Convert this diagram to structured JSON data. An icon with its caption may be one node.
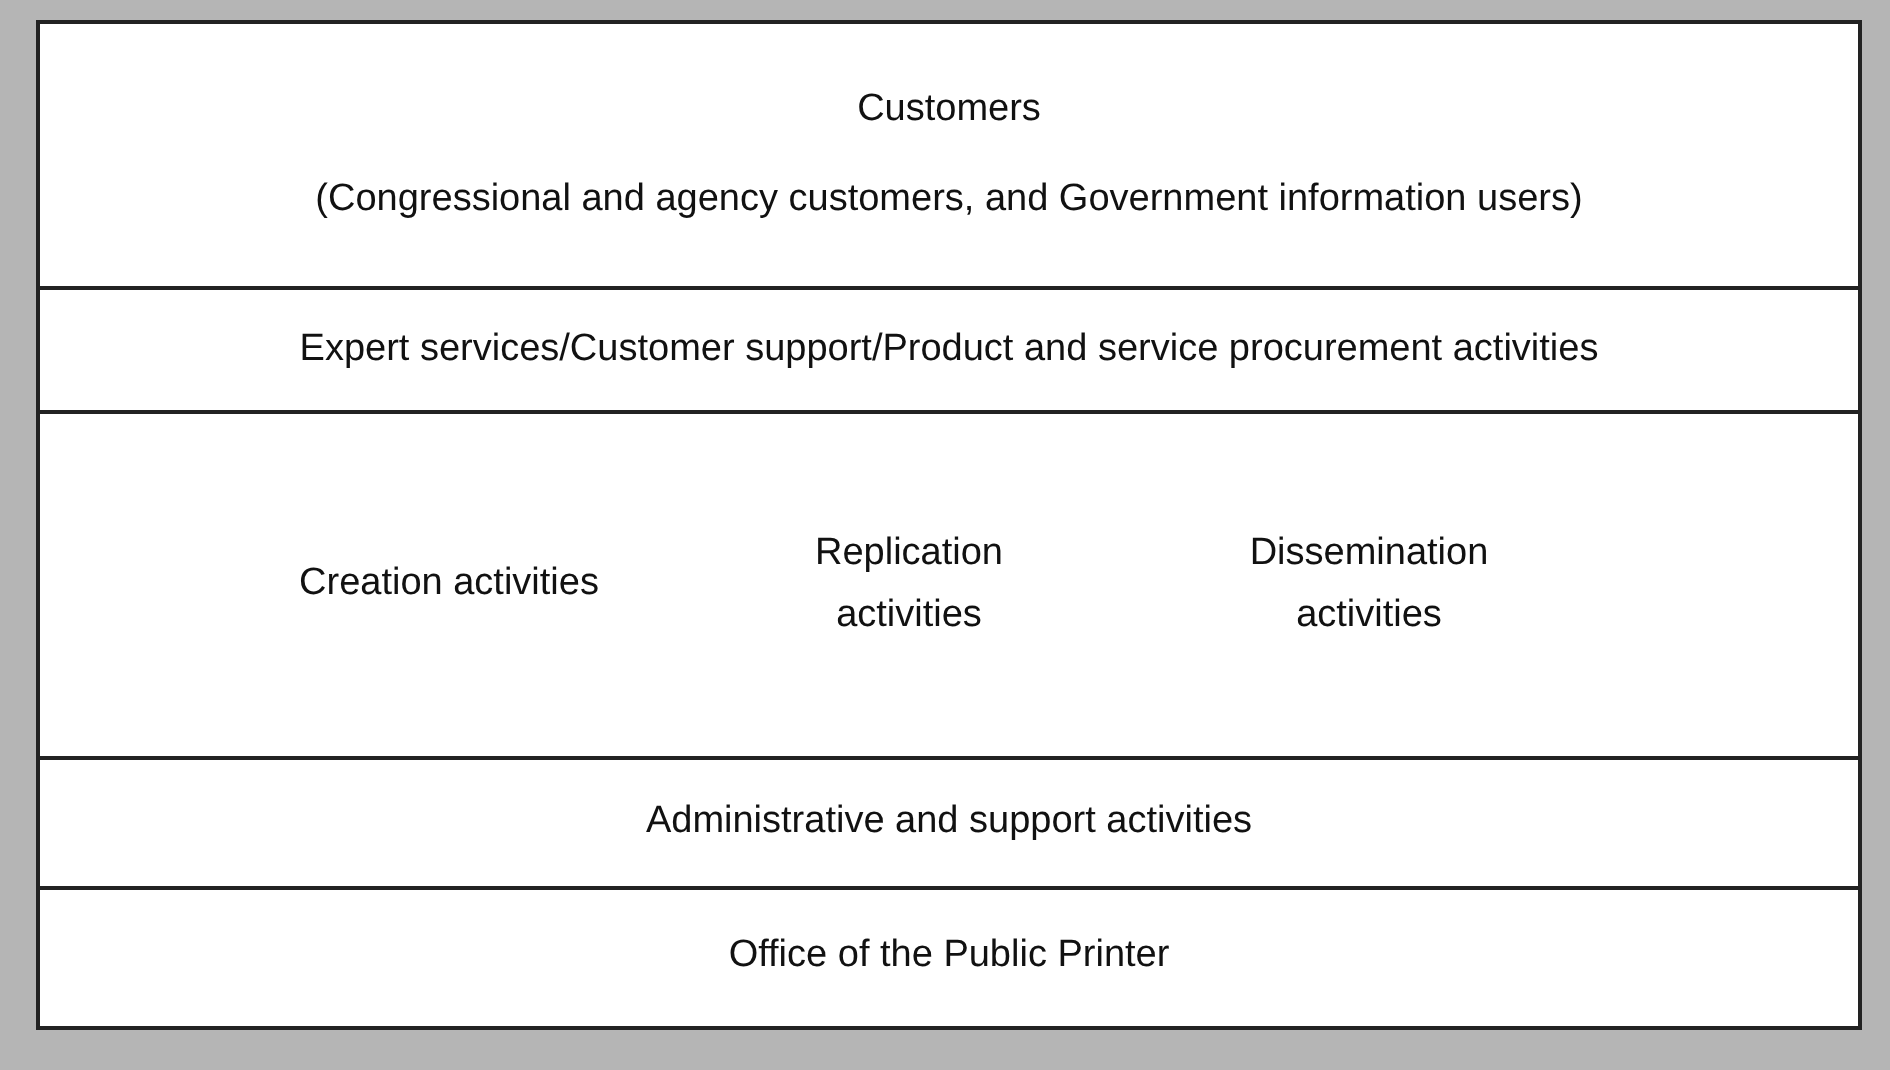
{
  "diagram": {
    "nodes": [
      {
        "text": [
          "Customers",
          "(Congressional and agency customers, and Government information users)"
        ]
      },
      {
        "text": [
          "Expert services/Customer support/Product and service procurement activities"
        ]
      },
      {
        "text": [
          "Creation activities",
          "Replication activities",
          "Dissemination activities"
        ]
      },
      {
        "text": [
          "Administrative and support activities"
        ]
      },
      {
        "text": [
          "Office of the Public Printer"
        ]
      }
    ]
  }
}
